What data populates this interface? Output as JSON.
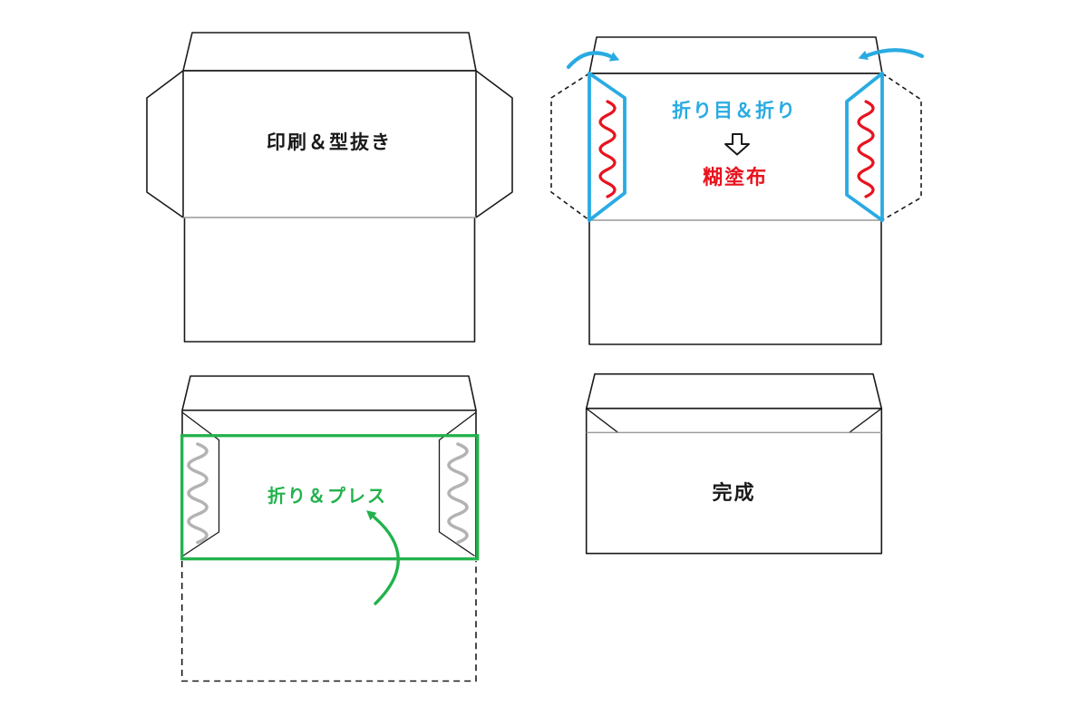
{
  "diagram": {
    "background": "#ffffff",
    "colors": {
      "outline": "#1a1a1a",
      "fold_line": "#999999",
      "blue": "#29abe2",
      "red": "#e8131e",
      "green": "#22b24c",
      "glue_gray": "#b3b3b3",
      "arrow_icon_fill": "#ffffff"
    },
    "steps": {
      "step1": {
        "label": "印刷＆型抜き"
      },
      "step2": {
        "label_fold": "折り目＆折り",
        "label_glue": "糊塗布"
      },
      "step3": {
        "label": "折り＆プレス"
      },
      "step4": {
        "label": "完成"
      }
    },
    "icons": {
      "fold_left": "curved-arrow-icon",
      "fold_right": "curved-arrow-icon",
      "process_next": "down-arrow-icon",
      "press": "curved-arrow-icon",
      "glue": "wave-icon"
    }
  }
}
